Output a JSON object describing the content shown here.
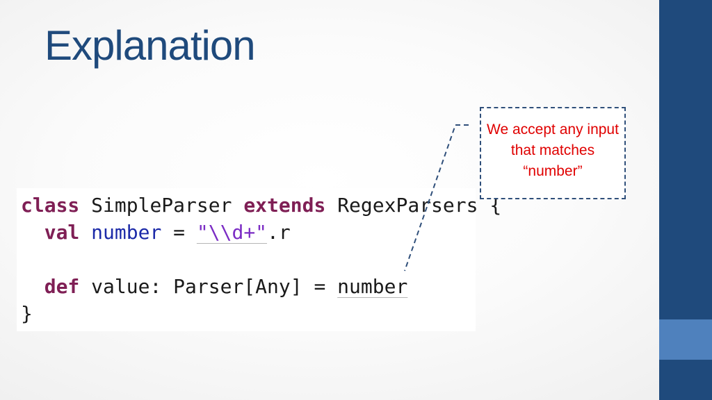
{
  "slide": {
    "title": "Explanation",
    "colors": {
      "title": "#1f4a7c",
      "side_band": "#1f4a7c",
      "side_accent": "#4f81bd",
      "keyword": "#7f1f55",
      "identifier": "#1c2aa8",
      "string": "#7b2cc4",
      "callout_text": "#e00000",
      "callout_border": "#2f4f7a"
    }
  },
  "code": {
    "line1": {
      "kw_class": "class",
      "name": "SimpleParser",
      "kw_extends": "extends",
      "parent": "RegexParsers",
      "brace": "{"
    },
    "line2": {
      "kw_val": "val",
      "ident": "number",
      "op": "=",
      "string": "\"\\\\d+\"",
      "suffix": ".r"
    },
    "line4": {
      "kw_def": "def",
      "sig": "value: Parser[Any] =",
      "ref": "number"
    },
    "line5": {
      "brace": "}"
    }
  },
  "callout": {
    "text": "We accept any input that matches “number”"
  }
}
